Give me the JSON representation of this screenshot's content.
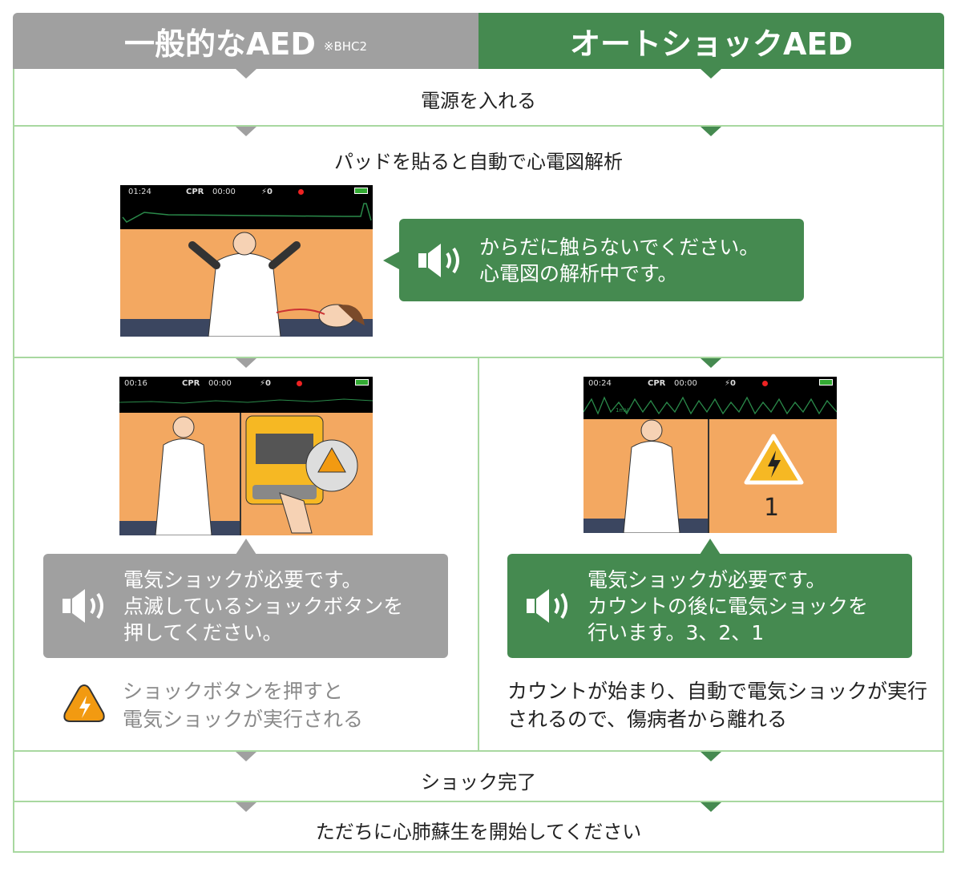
{
  "header": {
    "left_title": "一般的なAED",
    "left_note": "※BHC2",
    "right_title": "オートショックAED"
  },
  "steps": {
    "power_on": "電源を入れる",
    "analyze": "パッドを貼ると自動で心電図解析",
    "shock_done": "ショック完了",
    "cpr": "ただちに心肺蘇生を開始してください"
  },
  "analyze_monitor": {
    "time": "01:24",
    "cpr_label": "CPR",
    "cpr_time": "00:00",
    "shock_count": "0"
  },
  "analyze_bubble": {
    "line1": "からだに触らないでください。",
    "line2": "心電図の解析中です。"
  },
  "left": {
    "monitor": {
      "time": "00:16",
      "cpr_label": "CPR",
      "cpr_time": "00:00",
      "shock_count": "0"
    },
    "bubble": {
      "line1": "電気ショックが必要です。",
      "line2": "点滅しているショックボタンを",
      "line3": "押してください。"
    },
    "note": {
      "line1": "ショックボタンを押すと",
      "line2": "電気ショックが実行される"
    }
  },
  "right": {
    "monitor": {
      "time": "00:24",
      "cpr_label": "CPR",
      "cpr_time": "00:00",
      "shock_count": "0",
      "countdown": "1",
      "scale": "1mV"
    },
    "bubble": {
      "line1": "電気ショックが必要です。",
      "line2": "カウントの後に電気ショックを",
      "line3": "行います。3、2、1"
    },
    "note": {
      "line1": "カウントが始まり、自動で電気ショックが実行",
      "line2": "されるので、傷病者から離れる"
    }
  },
  "colors": {
    "gray": "#a0a0a0",
    "green": "#458a50",
    "border": "#a8d8a0",
    "orange": "#f3a861"
  }
}
